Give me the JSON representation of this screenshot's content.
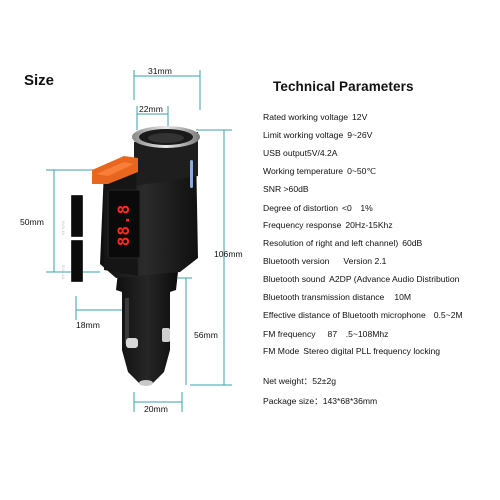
{
  "title": "Size",
  "parameters_heading": "Technical Parameters",
  "dimensions": {
    "top_width": "31mm",
    "socket_width": "22mm",
    "body_height": "50mm",
    "total_height": "106mm",
    "plug_height": "56mm",
    "side_depth": "18mm",
    "plug_width": "20mm"
  },
  "display": {
    "digits": "88.8"
  },
  "usb_ports": [
    {
      "label": "5V/3.4A"
    },
    {
      "label": "5V/3.4A"
    }
  ],
  "specs": [
    {
      "label": "Rated working voltage",
      "value": "12V"
    },
    {
      "label": "Limit working voltage",
      "value": "9~26V"
    },
    {
      "label": "USB output5V/4.2A",
      "value": ""
    },
    {
      "label": "Working temperature",
      "value": "0~50℃"
    },
    {
      "label": "SNR >60dB",
      "value": ""
    },
    {
      "label": "Degree of distortion",
      "value": "<0　1%"
    },
    {
      "label": "Frequency response",
      "value": "20Hz-15Khz"
    },
    {
      "label": "Resolution of right and left channel)",
      "value": "60dB"
    },
    {
      "label": "Bluetooth version",
      "value": "Version 2.1"
    },
    {
      "label": "Bluetooth sound",
      "value": "A2DP (Advance Audio Distribution"
    },
    {
      "label": "Bluetooth transmission distance",
      "value": "10M"
    },
    {
      "label": "Effective distance of Bluetooth microphone",
      "value": "0.5~2M"
    },
    {
      "label": "FM frequency",
      "value": "87　.5~108Mhz"
    },
    {
      "label": "FM Mode",
      "value": "Stereo digital PLL frequency locking"
    }
  ],
  "net_weight": "Net weight：52±2g",
  "package_size": "Package size：143*68*36mm",
  "colors": {
    "accent": "#e8661e",
    "display_red": "#ff2a1a",
    "body": "#1b1b1b",
    "dimension_line": "#3aa0a8"
  }
}
